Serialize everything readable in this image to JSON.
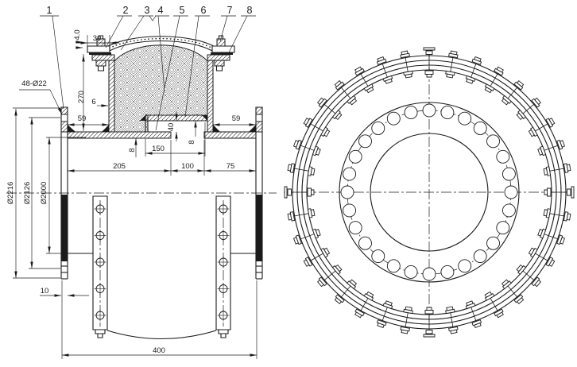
{
  "drawing": {
    "background": "#ffffff",
    "line_color": "#1b1b1b",
    "type": "fabric-expansion-joint-engineering-drawing"
  },
  "callouts": {
    "labels": [
      "1",
      "2",
      "3",
      "4",
      "5",
      "6",
      "7",
      "8"
    ]
  },
  "dimensions": {
    "fabric_thickness": "4.0",
    "clamp_bar_width": "30",
    "frame_height": "270",
    "wall_thickness": "6",
    "gap_left": "59",
    "gap_right": "59",
    "step_height": "40",
    "duct_plate_thickness": "8",
    "liner_plate_thickness": "8",
    "liner_length": "150",
    "span_left": "205",
    "span_middle": "100",
    "span_right": "75",
    "overall_width": "400",
    "flange_plate_thickness": "10",
    "outer_diameter": "Ø2216",
    "bolt_circle_diameter": "Ø2126",
    "inner_diameter": "Ø2000",
    "flange_holes": "48-Ø22"
  },
  "end_view": {
    "rim_bolt_count": 36,
    "flange_hole_count": 28
  },
  "section_view": {
    "clamp_bar_hole_count": 5
  }
}
